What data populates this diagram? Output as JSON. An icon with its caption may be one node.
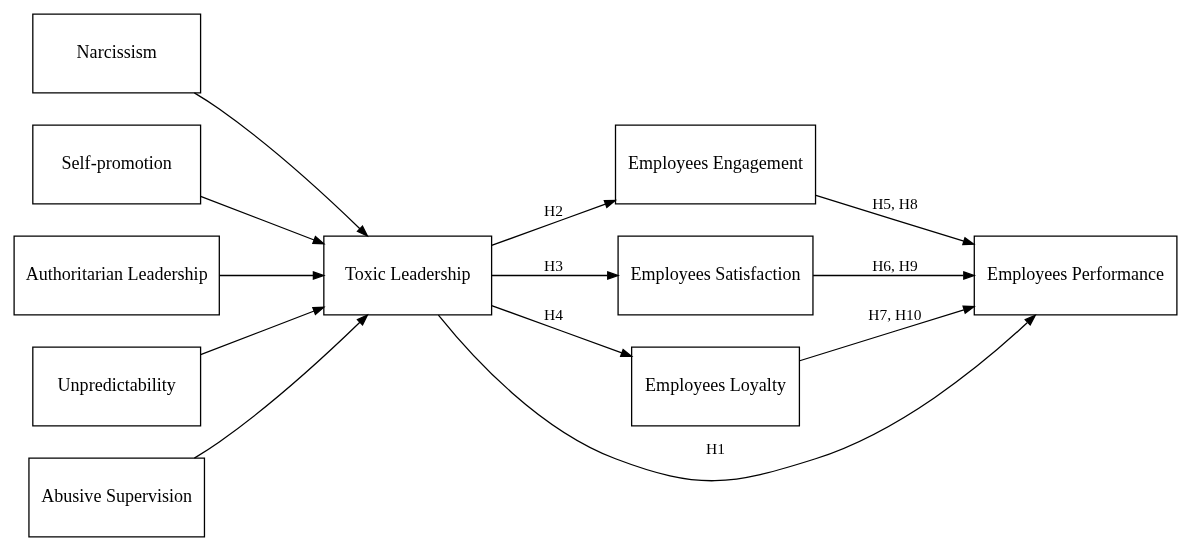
{
  "diagram": {
    "nodes": [
      {
        "text": [
          "Narcissism"
        ]
      },
      {
        "text": [
          "Self-promotion"
        ]
      },
      {
        "text": [
          "Authoritarian Leadership"
        ]
      },
      {
        "text": [
          "Unpredictability"
        ]
      },
      {
        "text": [
          "Abusive Supervision"
        ]
      },
      {
        "text": [
          "Toxic Leadership"
        ]
      },
      {
        "text": [
          "Employees Engagement"
        ]
      },
      {
        "text": [
          "Employees Satisfaction"
        ]
      },
      {
        "text": [
          "Employees Loyalty"
        ]
      },
      {
        "text": [
          "Employees Performance"
        ]
      }
    ],
    "edges": [
      {
        "from": 0,
        "to": 5,
        "arrow": "to"
      },
      {
        "from": 1,
        "to": 5,
        "arrow": "to"
      },
      {
        "from": 2,
        "to": 5,
        "arrow": "to"
      },
      {
        "from": 3,
        "to": 5,
        "arrow": "to"
      },
      {
        "from": 4,
        "to": 5,
        "arrow": "to"
      },
      {
        "from": 5,
        "to": 6,
        "arrow": "to",
        "label": "H2"
      },
      {
        "from": 5,
        "to": 7,
        "arrow": "to",
        "label": "H3"
      },
      {
        "from": 5,
        "to": 8,
        "arrow": "to",
        "label": "H4"
      },
      {
        "from": 6,
        "to": 9,
        "arrow": "to",
        "label": "H5, H8"
      },
      {
        "from": 7,
        "to": 9,
        "arrow": "to",
        "label": "H6, H9"
      },
      {
        "from": 8,
        "to": 9,
        "arrow": "to",
        "label": "H7, H10"
      },
      {
        "from": 5,
        "to": 9,
        "arrow": "to",
        "label": "H1"
      }
    ]
  }
}
